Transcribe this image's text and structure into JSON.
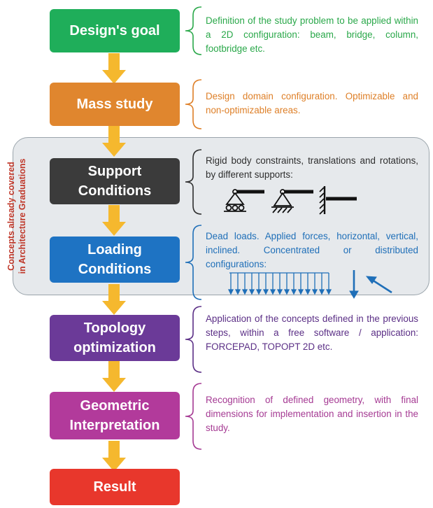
{
  "panel": {
    "label_line1": "Concepts already covered",
    "label_line2": "in Architecture Graduations"
  },
  "colors": {
    "arrow": "#f5b82e",
    "panel_fill": "#e6e9ec",
    "panel_border": "#9aa4ab"
  },
  "steps": [
    {
      "id": "designs-goal",
      "lines": [
        "Design's goal"
      ],
      "color": "#1fae5a",
      "description": "Definition of the study problem to be applied within a 2D configuration: beam, bridge, column, footbridge etc.",
      "desc_color": "#2aa84a"
    },
    {
      "id": "mass-study",
      "lines": [
        "Mass study"
      ],
      "color": "#e0862e",
      "description": "Design domain configuration. Optimizable and non-optimizable areas.",
      "desc_color": "#de7f27"
    },
    {
      "id": "support-conditions",
      "lines": [
        "Support",
        "Conditions"
      ],
      "color": "#3b3b3b",
      "description": "Rigid body constraints, translations and rotations, by different supports:",
      "desc_color": "#2e2e2e"
    },
    {
      "id": "loading-conditions",
      "lines": [
        "Loading",
        "Conditions"
      ],
      "color": "#1e73c3",
      "description": "Dead loads. Applied forces, horizontal, vertical, inclined. Concentrated or distributed configurations:",
      "desc_color": "#1f6fb8"
    },
    {
      "id": "topology-optimization",
      "lines": [
        "Topology",
        "optimization"
      ],
      "color": "#6b3a98",
      "description": "Application of the concepts defined in the previous steps, within a free software / application: FORCEPAD, TOPOPT 2D etc.",
      "desc_color": "#5b2f86"
    },
    {
      "id": "geometric-interpretation",
      "lines": [
        "Geometric",
        "Interpretation"
      ],
      "color": "#b23a9b",
      "description": "Recognition of defined geometry, with final dimensions for implementation and insertion in the study.",
      "desc_color": "#a53a93"
    },
    {
      "id": "result",
      "lines": [
        "Result"
      ],
      "color": "#e8372c",
      "description": "",
      "desc_color": "#e8372c"
    }
  ]
}
